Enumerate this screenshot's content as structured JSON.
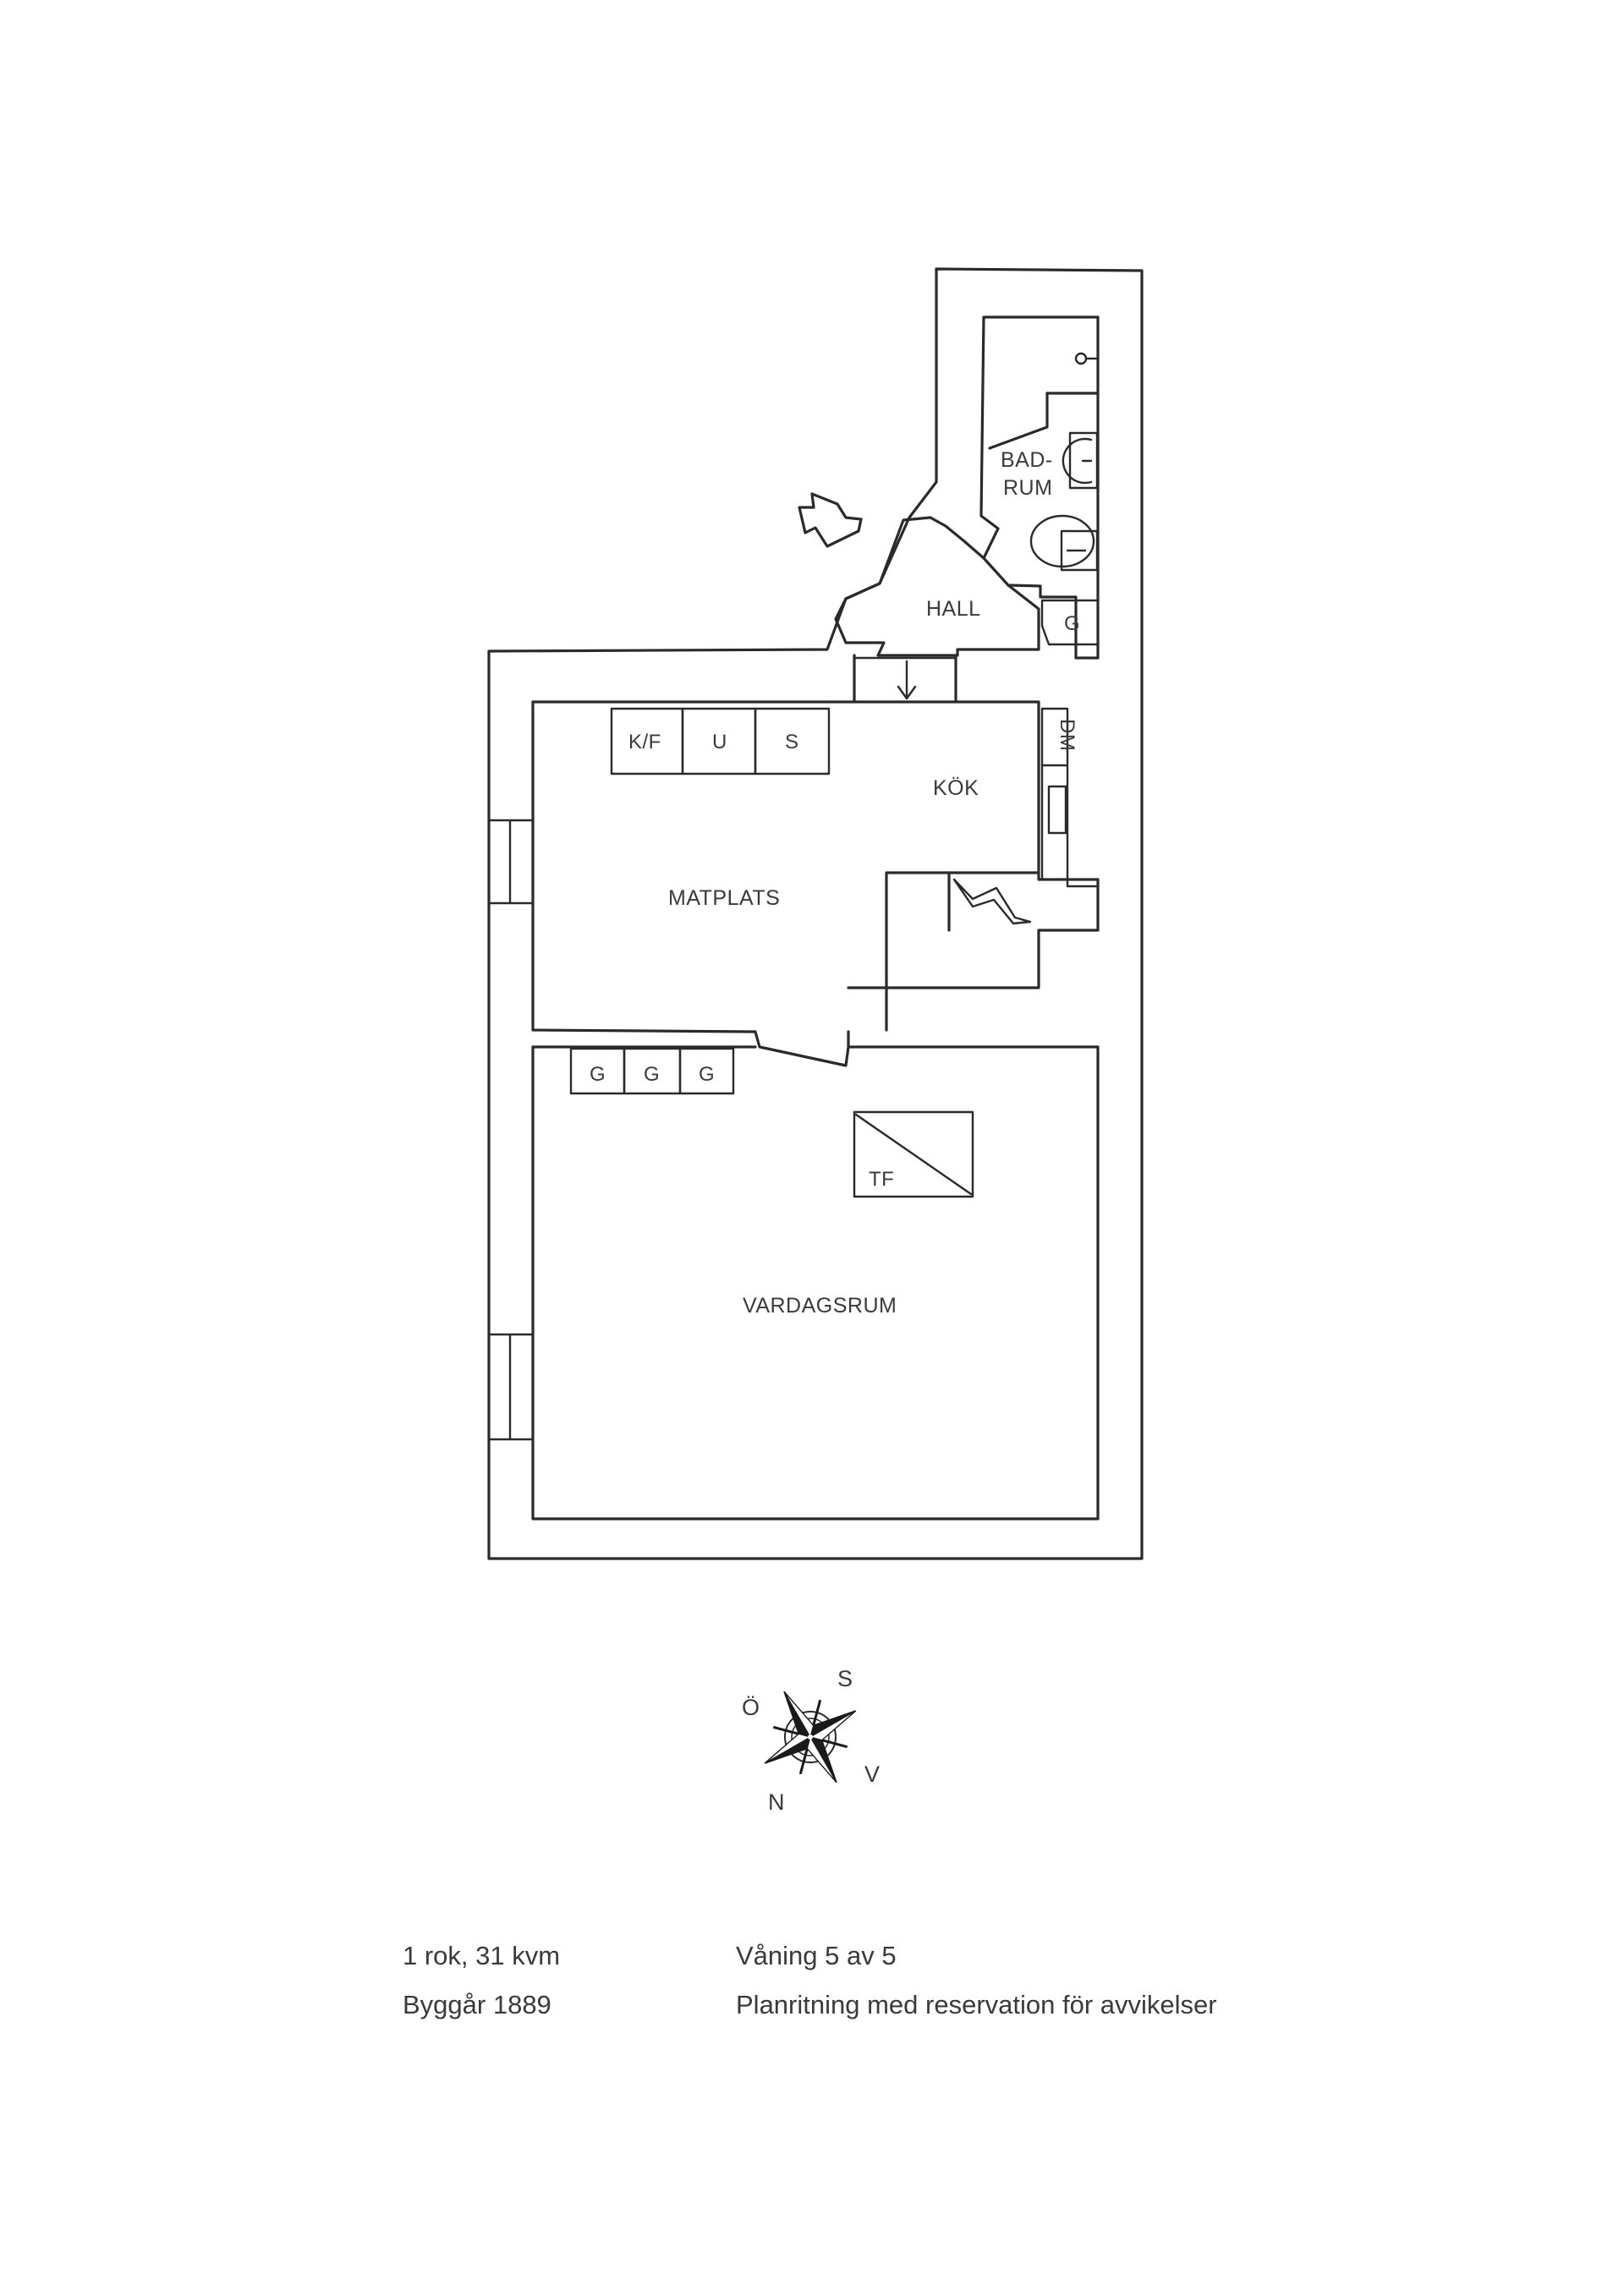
{
  "rooms": {
    "bathroom_line1": "BAD-",
    "bathroom_line2": "RUM",
    "hall": "HALL",
    "hall_closet": "G",
    "fridge_freezer": "K/F",
    "oven": "U",
    "sink": "S",
    "dishwasher": "DM",
    "kitchen": "KÖK",
    "dining": "MATPLATS",
    "wardrobe_1": "G",
    "wardrobe_2": "G",
    "wardrobe_3": "G",
    "tiled_stove": "TF",
    "living_room": "VARDAGSRUM"
  },
  "compass": {
    "south": "S",
    "east": "Ö",
    "north": "N",
    "west": "V"
  },
  "info": {
    "size": "1 rok, 31 kvm",
    "built": "Byggår 1889",
    "floor": "Våning 5 av 5",
    "disclaimer": "Planritning med reservation för avvikelser"
  }
}
